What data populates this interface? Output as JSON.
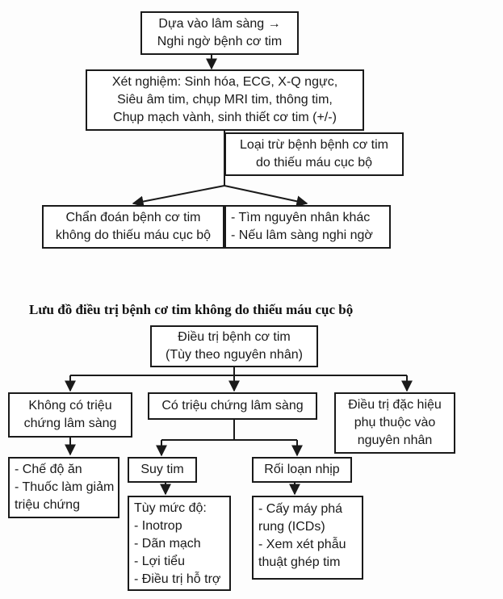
{
  "diagram1": {
    "start": [
      "Dựa vào lâm sàng →",
      "Nghi ngờ bệnh cơ tim"
    ],
    "tests": [
      "Xét nghiệm: Sinh hóa, ECG, X-Q ngực,",
      "Siêu âm tim, chụp MRI tim, thông tim,",
      "Chụp mạch vành, sinh thiết cơ tim (+/-)"
    ],
    "exclude": [
      "Loại trừ bệnh bệnh cơ tim",
      "do thiếu máu cục bộ"
    ],
    "diagnosis": [
      "Chẩn đoán bệnh cơ tim",
      "không do thiếu máu cục bộ"
    ],
    "other": [
      "- Tìm nguyên nhân khác",
      "- Nếu lâm sàng nghi ngờ"
    ]
  },
  "diagram2": {
    "title": "Lưu đồ điều trị bệnh cơ tim không do thiếu máu cục bộ",
    "treat": [
      "Điều trị bệnh cơ tim",
      "(Tùy theo nguyên nhân)"
    ],
    "no_symptoms": [
      "Không có triệu",
      "chứng lâm sàng"
    ],
    "symptoms": [
      "Có triệu chứng lâm sàng"
    ],
    "specific": [
      "Điều trị đặc hiệu",
      "phụ thuộc vào",
      "nguyên nhân"
    ],
    "diet": [
      "- Chế độ ăn",
      "- Thuốc làm giảm",
      "triệu chứng"
    ],
    "heart_failure": [
      "Suy tim"
    ],
    "arrhythmia": [
      "Rối loạn nhịp"
    ],
    "hf_treatment": [
      "Tùy mức độ:",
      "- Inotrop",
      "- Dãn mạch",
      "- Lợi tiểu",
      "- Điều trị hỗ trợ"
    ],
    "arr_treatment": [
      "- Cấy máy phá",
      "rung (ICDs)",
      "- Xem xét phẫu",
      "thuật ghép tim"
    ]
  }
}
